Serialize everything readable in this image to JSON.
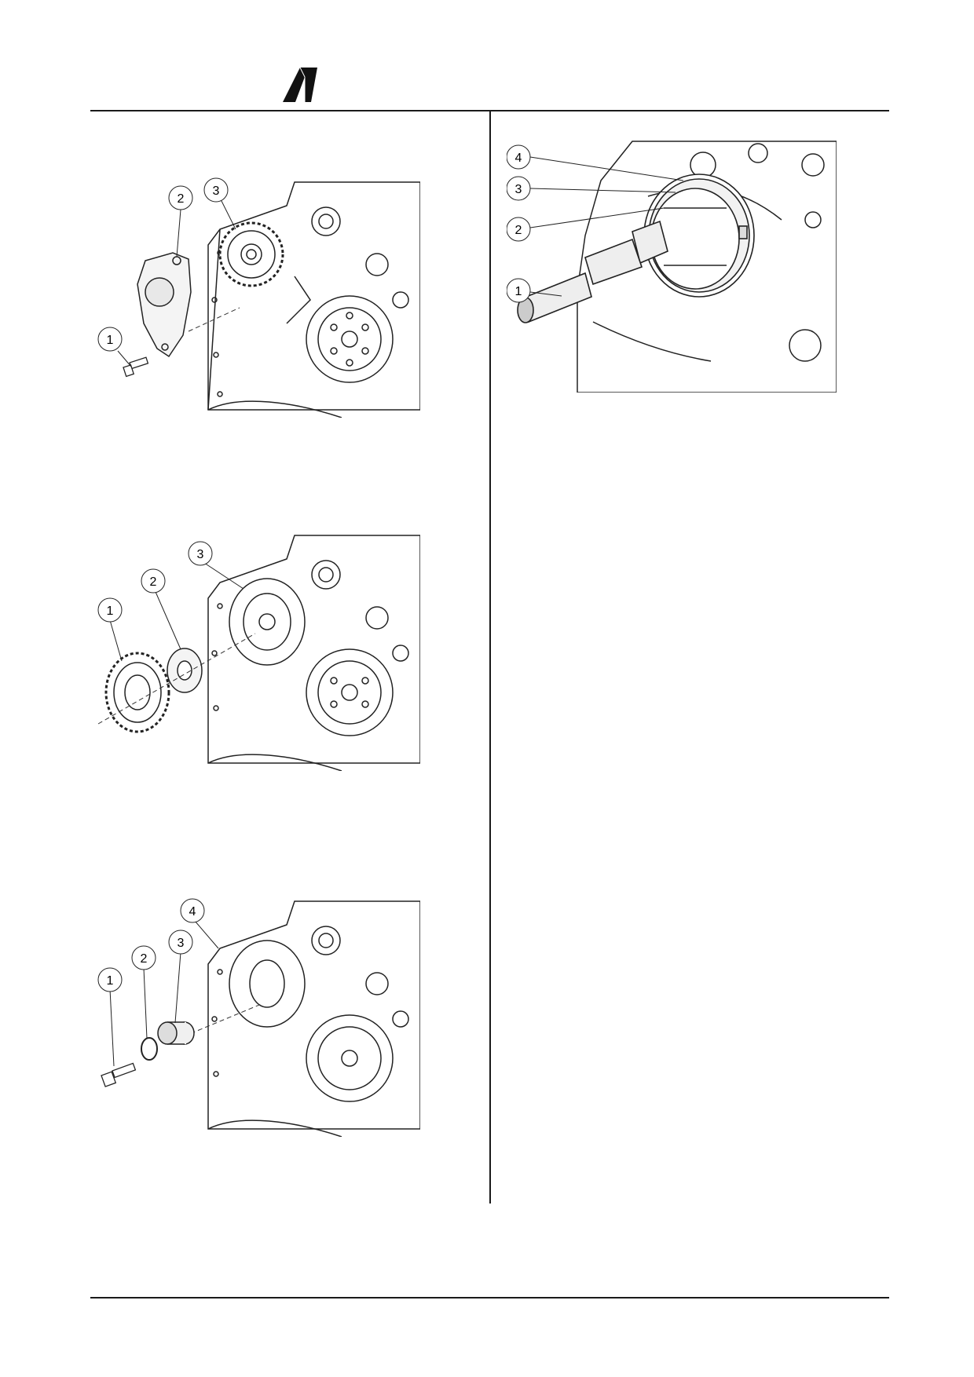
{
  "document": {
    "logo": "brand-logo"
  },
  "figures": [
    {
      "callouts": [
        "1",
        "2",
        "3"
      ],
      "footnote": ""
    },
    {
      "callouts": [
        "1",
        "2",
        "3"
      ],
      "footnote": ""
    },
    {
      "callouts": [
        "1",
        "2",
        "3",
        "4"
      ],
      "footnote": ""
    },
    {
      "callouts": [
        "1",
        "2",
        "3",
        "4"
      ],
      "footnote": ""
    }
  ]
}
